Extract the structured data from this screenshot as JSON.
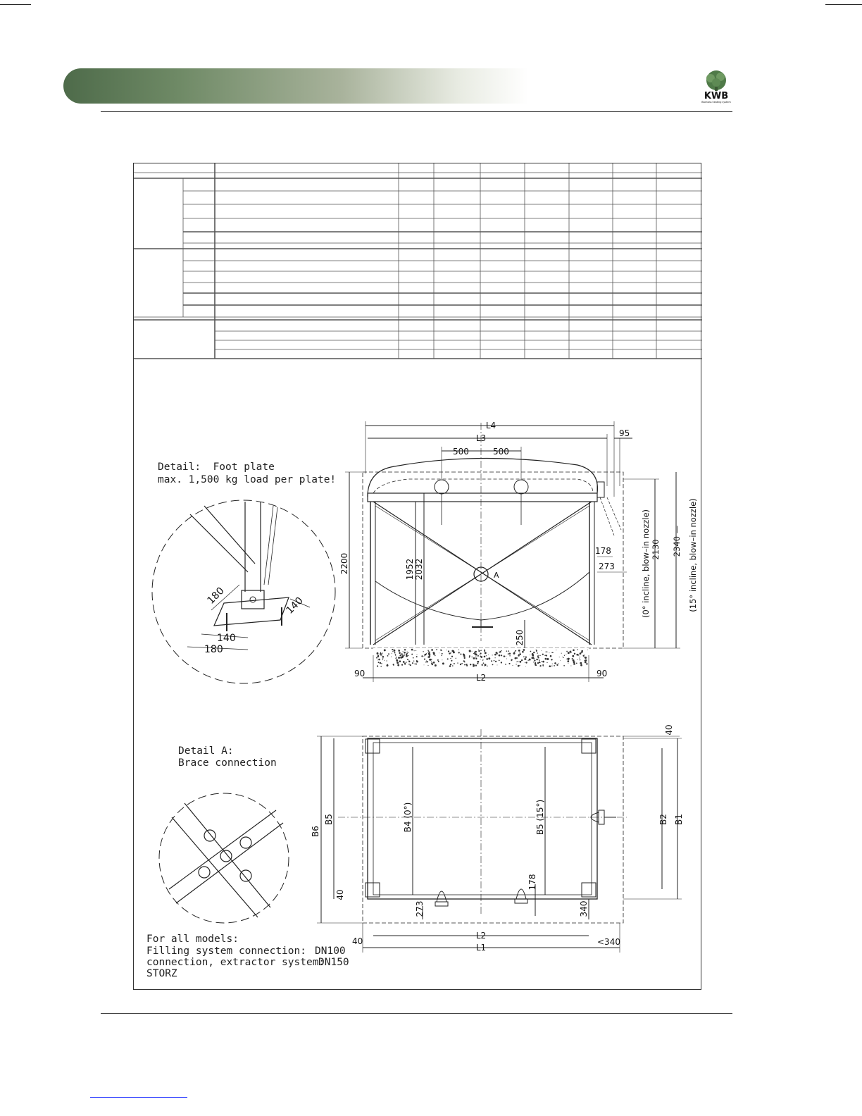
{
  "brand": {
    "logo_text": "KWB",
    "logo_tagline": "Biomass heating system"
  },
  "elevation": {
    "dims": {
      "l4": "L4",
      "l3": "L3",
      "l2": "L2",
      "d95": "95",
      "d500a": "500",
      "d500b": "500",
      "d2200": "2200",
      "d1952": "1952",
      "d2032": "2032",
      "d178": "178",
      "d273": "273",
      "d250": "250",
      "d90l": "90",
      "d90r": "90",
      "h0": "(0°  incline, blow–in nozzle)",
      "h0val": "2130",
      "h15": "(15°  incline, blow–in nozzle)",
      "h15val": "2340 —",
      "detail_a_mark": "A"
    }
  },
  "plan": {
    "dims": {
      "b6": "B6",
      "b5": "B5",
      "b4": "B4  (0°)",
      "b5b": "B5  (15°)",
      "b2": "B2",
      "b1": "B1",
      "l2": "L2",
      "l1": "L1",
      "d40top": "40",
      "d40left": "40",
      "d40bottom": "40",
      "d178": "178",
      "d273": "273",
      "d340": "340",
      "dlt340": "<340"
    }
  },
  "detail_foot": {
    "title": "Detail:  Foot plate",
    "subtitle": "max. 1,500 kg load per plate!",
    "d180a": "180",
    "d140a": "140",
    "d140b": "140",
    "d180b": "180"
  },
  "detail_a": {
    "title": "Detail A:",
    "subtitle": "Brace connection"
  },
  "notes": {
    "line1": "For all models:",
    "line2": "Filling system connection:",
    "line2_val": "DN100",
    "line3": "connection, extractor system:",
    "line3_val": "DN150",
    "line4": "STORZ"
  }
}
